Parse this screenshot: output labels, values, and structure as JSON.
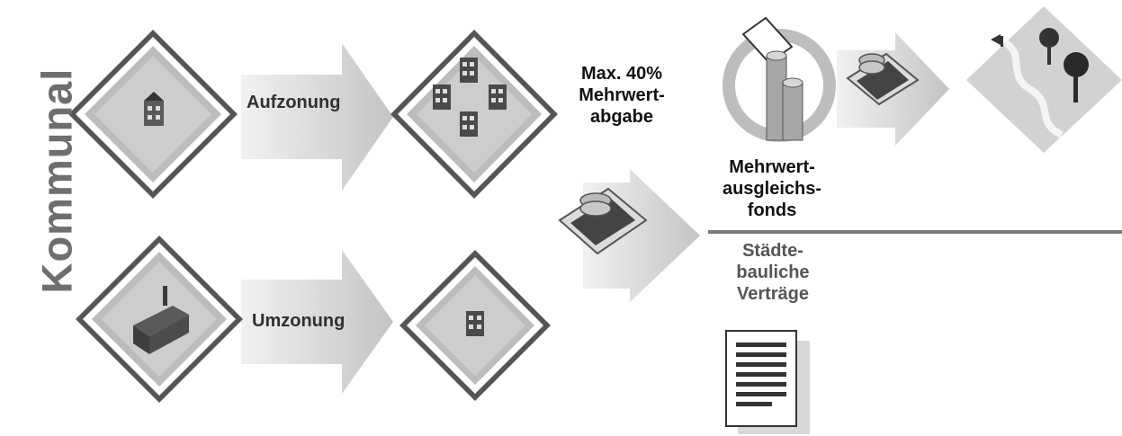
{
  "side_label": "Kommunal",
  "top_row": {
    "arrow_label": "Aufzonung"
  },
  "bottom_row": {
    "arrow_label": "Umzonung"
  },
  "levy": {
    "lines": [
      "Max. 40%",
      "Mehrwert-",
      "abgabe"
    ]
  },
  "fund": {
    "lines": [
      "Mehrwert-",
      "ausgleichs-",
      "fonds"
    ]
  },
  "contracts": {
    "lines": [
      "Städte-",
      "bauliche",
      "Verträge"
    ]
  },
  "icons": {
    "zoning_single": "house-icon",
    "zoning_cluster": "houses-icon",
    "factory": "factory-icon",
    "money": "money-icon",
    "coins": "coins-icon",
    "landscape": "landscape-icon",
    "document": "document-icon"
  },
  "colors": {
    "arrow": "#c9c9c9",
    "diamond_border": "#555555",
    "divider": "#7a7a7a"
  }
}
